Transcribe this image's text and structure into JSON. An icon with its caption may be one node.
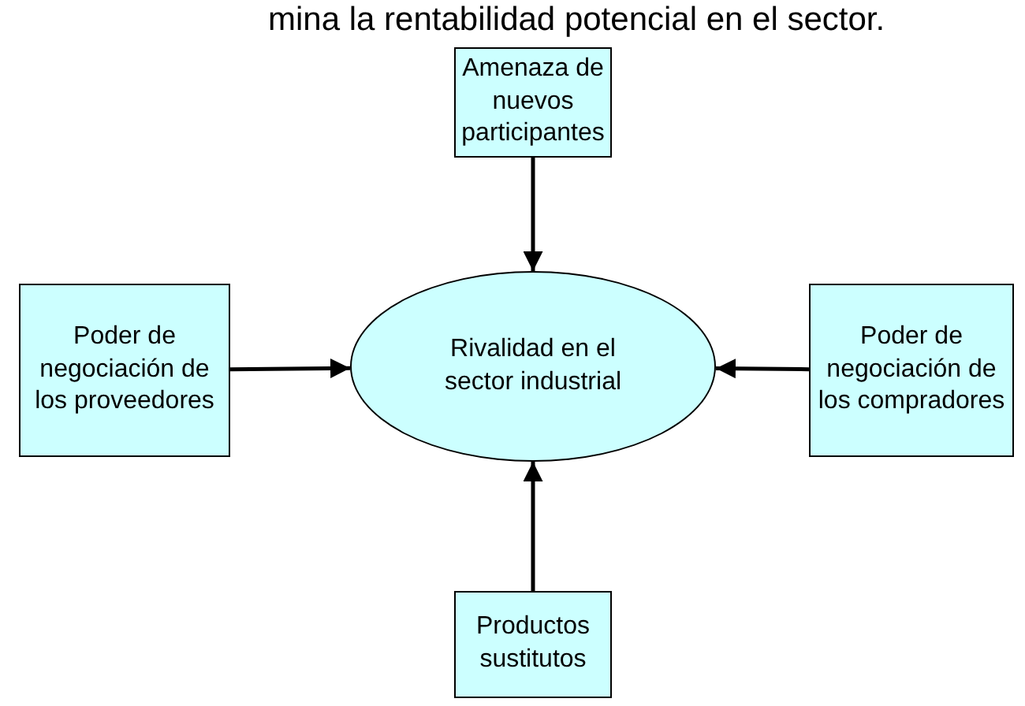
{
  "diagram": {
    "nodes": [
      {
        "text": [
          "Amenaza de nuevos participantes"
        ]
      },
      {
        "text": [
          "Poder de negociación de los proveedores"
        ]
      },
      {
        "text": [
          "Rivalidad en el sector industrial"
        ]
      },
      {
        "text": [
          "Poder de negociación de los compradores"
        ]
      },
      {
        "text": [
          "Productos sustitutos"
        ]
      }
    ],
    "edges": [
      {
        "from": 0,
        "to": 2,
        "arrow": "to"
      },
      {
        "from": 1,
        "to": 2,
        "arrow": "to"
      },
      {
        "from": 3,
        "to": 2,
        "arrow": "to"
      },
      {
        "from": 4,
        "to": 2,
        "arrow": "to"
      }
    ],
    "labels": [
      "mina la rentabilidad potencial en el sector."
    ]
  }
}
